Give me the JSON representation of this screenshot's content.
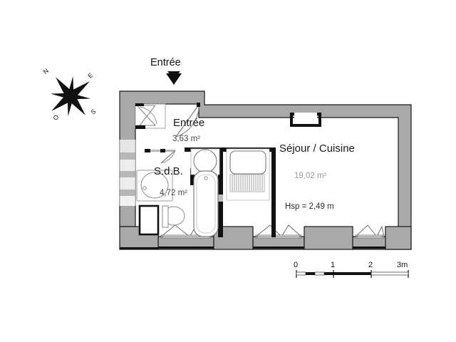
{
  "document": {
    "type": "floor-plan",
    "background_color": "#ffffff"
  },
  "entry_marker": {
    "label": "Entrée",
    "icon": "down-chevron-arrow"
  },
  "compass": {
    "icon": "compass-rose",
    "north": "N",
    "east": "E",
    "south": "S",
    "west": "O"
  },
  "rooms": [
    {
      "id": "entree",
      "name": "Entrée",
      "area": "3,63 m²"
    },
    {
      "id": "sdb",
      "name": "S.d.B.",
      "area": "4,72 m²"
    },
    {
      "id": "sejour-cuisine",
      "name": "Séjour / Cuisine",
      "area": "19,02 m²",
      "ceiling_height": "Hsp = 2,49 m"
    }
  ],
  "scale_bar": {
    "ticks": [
      "0",
      "1",
      "2",
      "3m"
    ],
    "unit": "m"
  },
  "colors": {
    "wall_fill": "#a9a9a9",
    "wall_stroke": "#1a1a1a",
    "interior": "#ffffff",
    "fixture_stroke": "#555555",
    "partition_black": "#111111",
    "window_light": "#e9e9e9",
    "shutter_gray": "#bcbcbc"
  }
}
